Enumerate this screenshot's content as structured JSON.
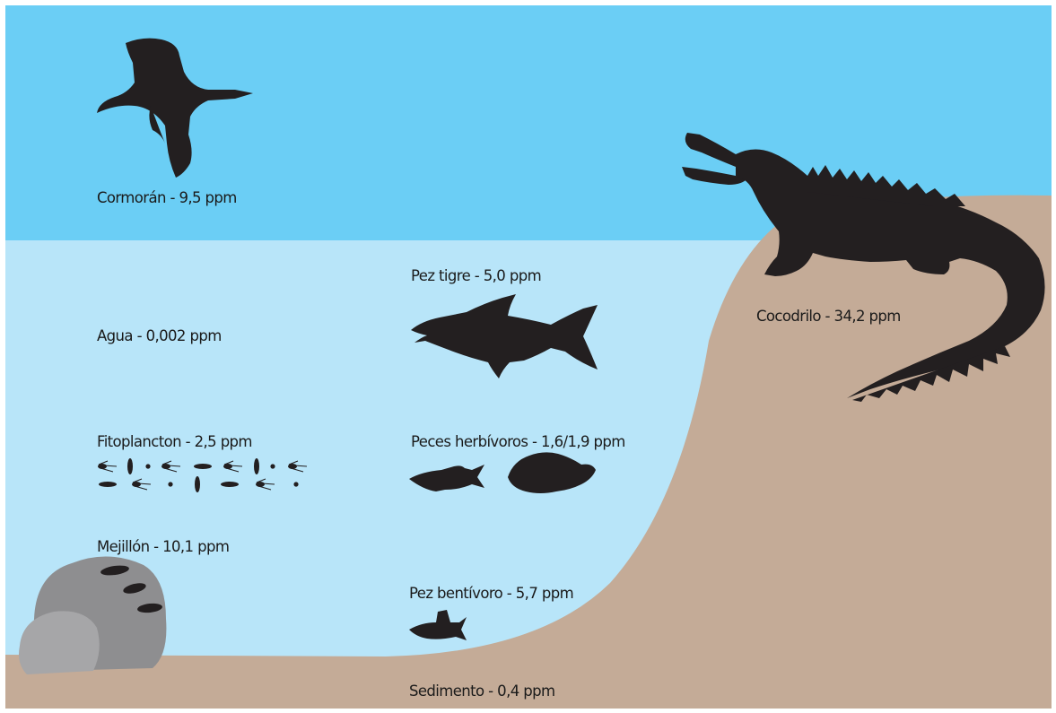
{
  "labels": {
    "cormorant": "Cormorán - 9,5 ppm",
    "water": "Agua - 0,002 ppm",
    "phytoplankton": "Fitoplancton - 2,5 ppm",
    "mussel": "Mejillón - 10,1 ppm",
    "tiger_fish": "Pez tigre - 5,0 ppm",
    "herbivorous_fish": "Peces herbívoros - 1,6/1,9 ppm",
    "benthivorous_fish": "Pez bentívoro - 5,7 ppm",
    "sediment": "Sedimento - 0,4 ppm",
    "crocodile": "Cocodrilo - 34,2 ppm"
  },
  "icons": {
    "cormorant": "cormorant-silhouette-icon",
    "crocodile": "crocodile-silhouette-icon",
    "tiger_fish": "tiger-fish-silhouette-icon",
    "herbivorous_fish_a": "herbivorous-fish-silhouette-icon",
    "herbivorous_fish_b": "cichlid-silhouette-icon",
    "benthivorous_fish": "benthic-fish-silhouette-icon",
    "phytoplankton": "phytoplankton-silhouettes-icon",
    "mussels": "mussel-silhouettes-icon",
    "rocks": "rock-icon"
  },
  "colors": {
    "sky": "#6bcef5",
    "water": "#b8e5f9",
    "land": "#c4ab97",
    "rock_dark": "#8e8e90",
    "rock_light": "#a6a6a8",
    "silhouette": "#231f20"
  }
}
